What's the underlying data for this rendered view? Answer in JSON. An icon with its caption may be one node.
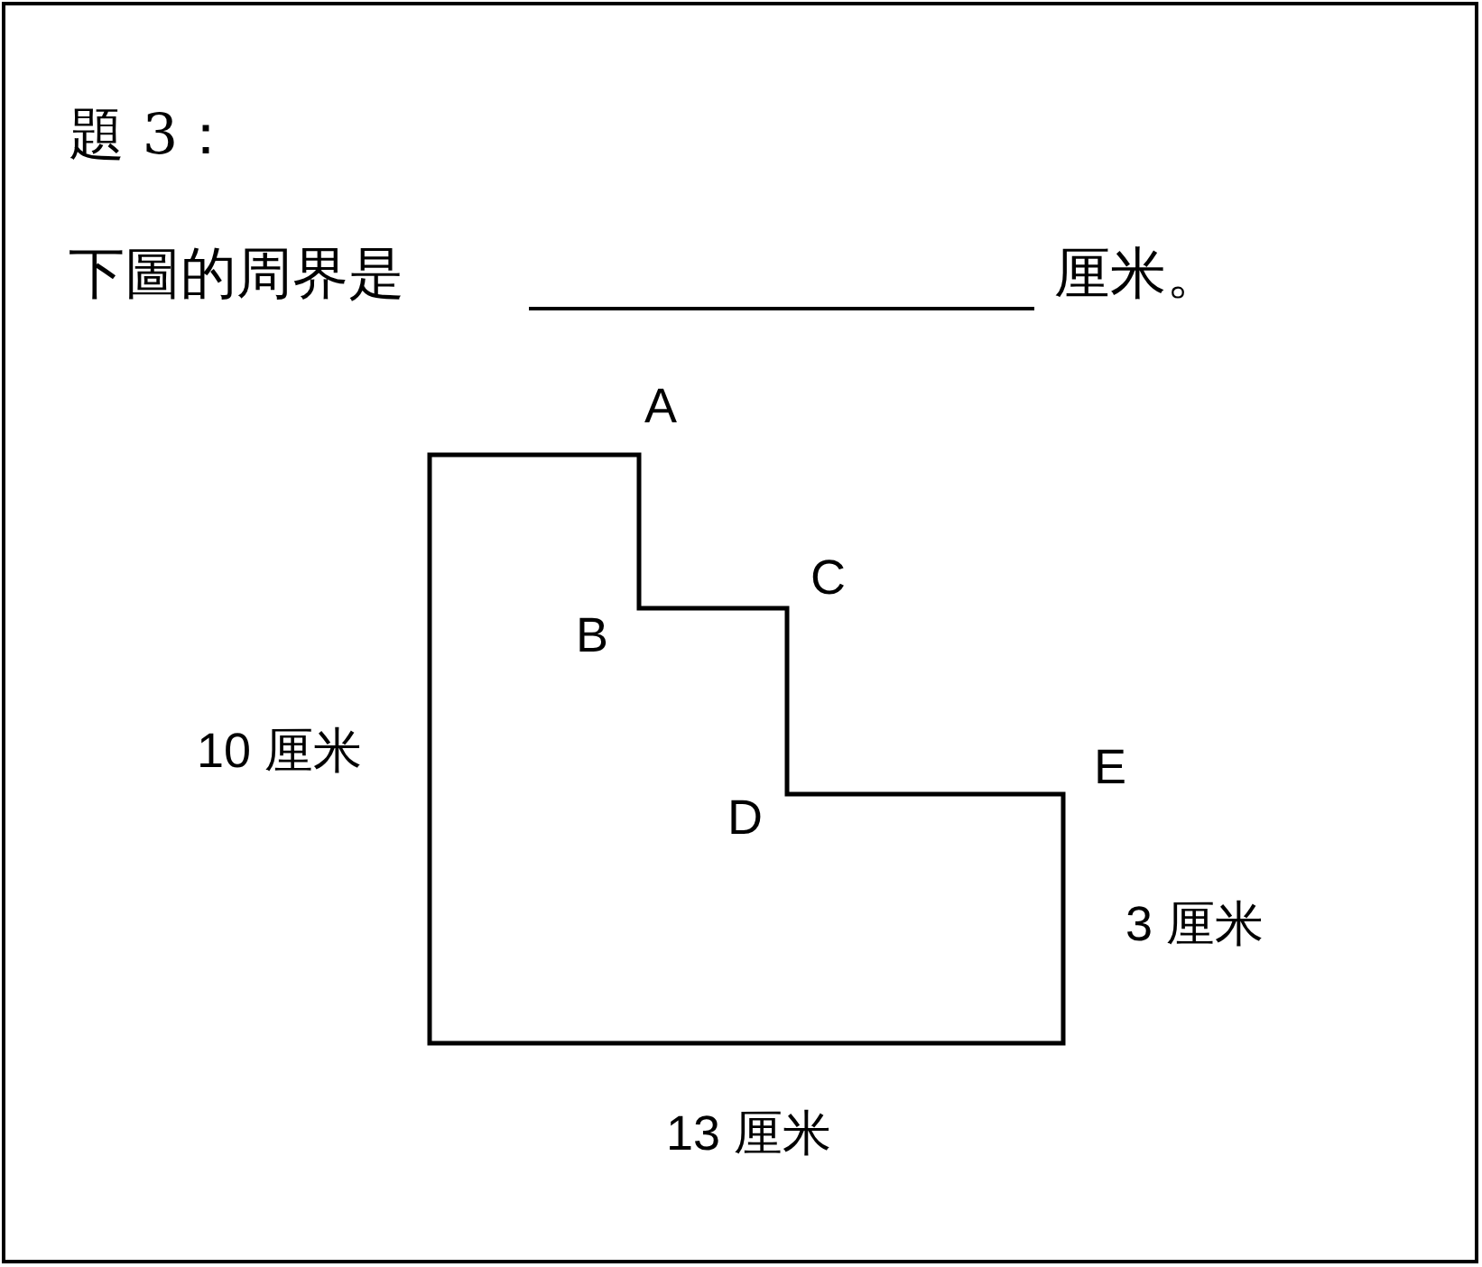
{
  "diagram": {
    "labels": [
      "題 3：",
      "下圖的周界是",
      "厘米。",
      "A",
      "B",
      "C",
      "D",
      "E",
      "10 厘米",
      "3 厘米",
      "13 厘米"
    ]
  }
}
